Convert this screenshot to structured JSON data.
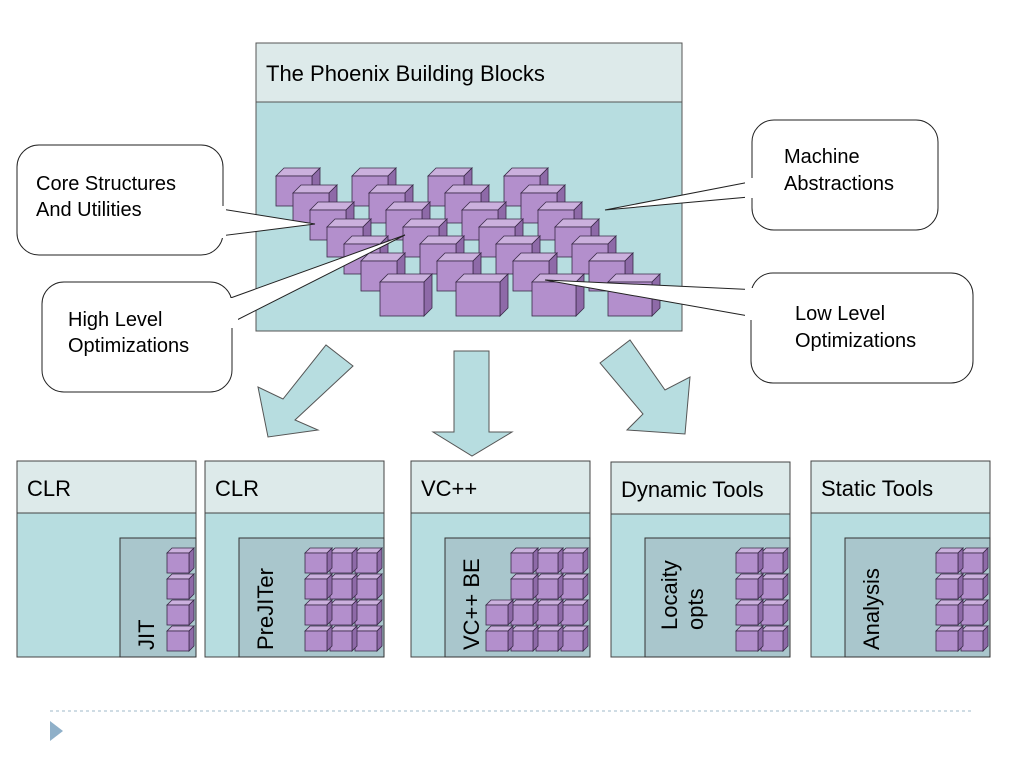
{
  "main_box": {
    "title": "The Phoenix Building Blocks"
  },
  "callouts": {
    "core": [
      "Core  Structures",
      "And Utilities"
    ],
    "high": [
      "High Level",
      "Optimizations"
    ],
    "machine": [
      "Machine",
      "Abstractions"
    ],
    "low": [
      "Low Level",
      "Optimizations"
    ]
  },
  "targets": [
    {
      "title": "CLR",
      "label": [
        "JIT"
      ]
    },
    {
      "title": "CLR",
      "label": [
        "PreJITer"
      ]
    },
    {
      "title": "VC++",
      "label": [
        "VC++ BE"
      ]
    },
    {
      "title": "Dynamic Tools",
      "label": [
        "Locaity",
        "opts"
      ]
    },
    {
      "title": "Static Tools",
      "label": [
        "Analysis"
      ]
    }
  ],
  "colors": {
    "teal_fill": "#b7dde0",
    "header_fill": "#ddeaea",
    "inner_fill": "#a9c6cc",
    "cube_front": "#b38fcc",
    "cube_top": "#cbb0dd",
    "cube_side": "#8e6aa8",
    "arrow_fill": "#b7dde0",
    "divider": "#9fb8c8",
    "bullet": "#8fb0c9"
  }
}
